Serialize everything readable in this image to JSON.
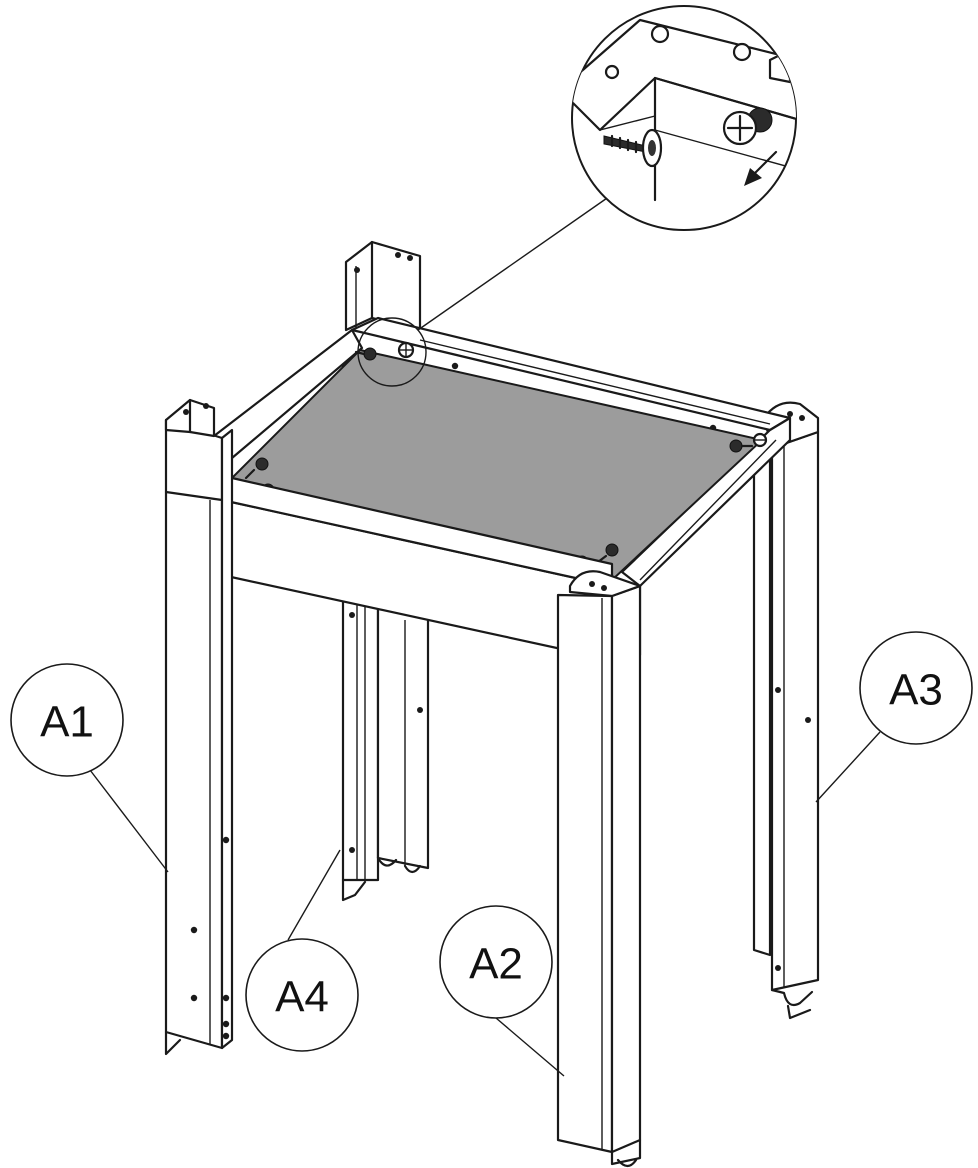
{
  "figure": {
    "callouts": [
      {
        "id": "A1",
        "label": "A1"
      },
      {
        "id": "A2",
        "label": "A2"
      },
      {
        "id": "A3",
        "label": "A3"
      },
      {
        "id": "A4",
        "label": "A4"
      }
    ],
    "detail_zoom": {
      "arrow": "arrow-down-right-icon",
      "screws": 2
    },
    "shelf_color": "#9c9c9c",
    "line_color": "#1a1a1a"
  }
}
